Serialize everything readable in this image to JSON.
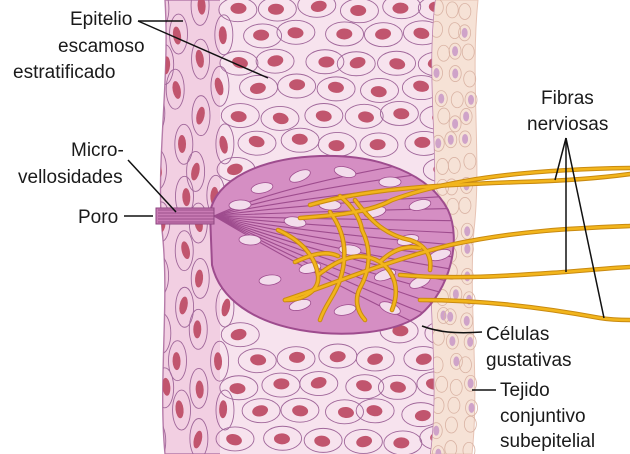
{
  "labels": {
    "epitelio_line1": "Epitelio",
    "epitelio_line2": "escamoso",
    "epitelio_line3": "estratificado",
    "micro_line1": "Micro-",
    "micro_line2": "vellosidades",
    "poro": "Poro",
    "fibras_line1": "Fibras",
    "fibras_line2": "nerviosas",
    "celulas_line1": "Células",
    "celulas_line2": "gustativas",
    "tejido_line1": "Tejido",
    "tejido_line2": "conjuntivo",
    "tejido_line3": "subepitelial"
  },
  "colors": {
    "epithelium": "#f2cfe2",
    "epithelium_light": "#f7e3ee",
    "cell_outline": "#a0679a",
    "nucleus": "#c1556e",
    "taste_bud": "#d58ec3",
    "taste_bud_line": "#9e4c8e",
    "nerve": "#f2b51c",
    "nerve_edge": "#c98a10",
    "connective": "#f6e2d6",
    "connective_cell": "#cfa3c9",
    "leader": "#111111"
  }
}
